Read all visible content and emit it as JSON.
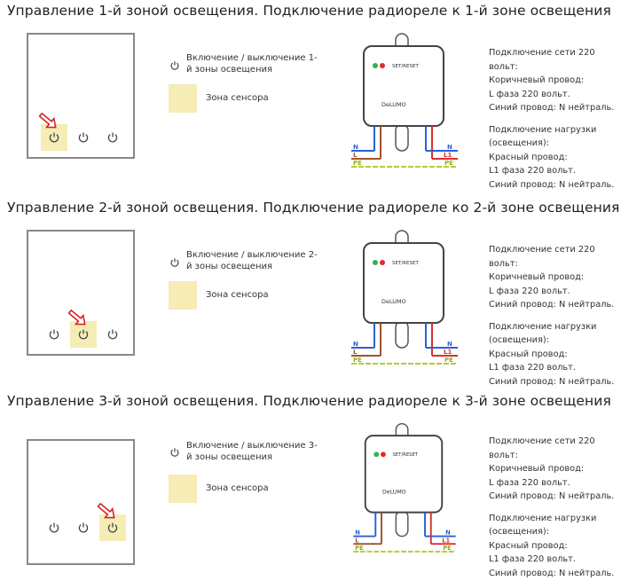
{
  "sections": [
    {
      "title": "Управление 1-й зоной освещения. Подключение радиореле к 1-й зоне освещения",
      "active_zone": 1,
      "legend_toggle": "Включение / выключение 1-й зоны освещения",
      "legend_sensor": "Зона сенсора",
      "button_label": "SET/RESET",
      "brand": "DeLUMO",
      "wires_left": [
        "N",
        "L",
        "PE"
      ],
      "wires_right": [
        "N",
        "L1",
        "PE"
      ],
      "info_lines_1": [
        "Подключение сети 220 вольт:",
        "Коричневый провод:",
        "L фаза 220 вольт.",
        "Синий провод: N нейтраль."
      ],
      "info_lines_2": [
        "Подключение нагрузки (освещения):",
        "Красный провод:",
        "L1 фаза 220 вольт.",
        "Синий провод: N нейтраль."
      ]
    },
    {
      "title": "Управление 2-й зоной освещения. Подключение радиореле ко 2-й зоне освещения",
      "active_zone": 2,
      "legend_toggle": "Включение / выключение 2-й зоны освещения",
      "legend_sensor": "Зона сенсора",
      "button_label": "SET/RESET",
      "brand": "DeLUMO",
      "wires_left": [
        "N",
        "L",
        "PE"
      ],
      "wires_right": [
        "N",
        "L1",
        "PE"
      ],
      "info_lines_1": [
        "Подключение сети 220 вольт:",
        "Коричневый провод:",
        "L фаза 220 вольт.",
        "Синий провод: N нейтраль."
      ],
      "info_lines_2": [
        "Подключение нагрузки (освещения):",
        "Красный провод:",
        "L1 фаза 220 вольт.",
        "Синий провод: N нейтраль."
      ]
    },
    {
      "title": "Управление 3-й зоной освещения. Подключение радиореле к 3-й зоне освещения",
      "active_zone": 3,
      "legend_toggle": "Включение / выключение 3-й зоны освещения",
      "legend_sensor": "Зона сенсора",
      "button_label": "SET/RESET",
      "brand": "DeLUMO",
      "wires_left": [
        "N",
        "L",
        "PE"
      ],
      "wires_right": [
        "N",
        "L1",
        "PE"
      ],
      "info_lines_1": [
        "Подключение сети 220 вольт:",
        "Коричневый провод:",
        "L фаза 220 вольт.",
        "Синий провод: N нейтраль."
      ],
      "info_lines_2": [
        "Подключение нагрузки (освещения):",
        "Красный провод:",
        "L1 фаза 220 вольт.",
        "Синий провод: N нейтраль."
      ]
    }
  ],
  "colors": {
    "sensor_zone": "#f5ecb6",
    "wire_neutral": "#2b5fd9",
    "wire_phase": "#a0522d",
    "wire_load": "#d83030",
    "wire_pe": "#b8c93a",
    "arrow": "#d62020",
    "led_green": "#2fb34a",
    "led_red": "#e02a2a"
  }
}
